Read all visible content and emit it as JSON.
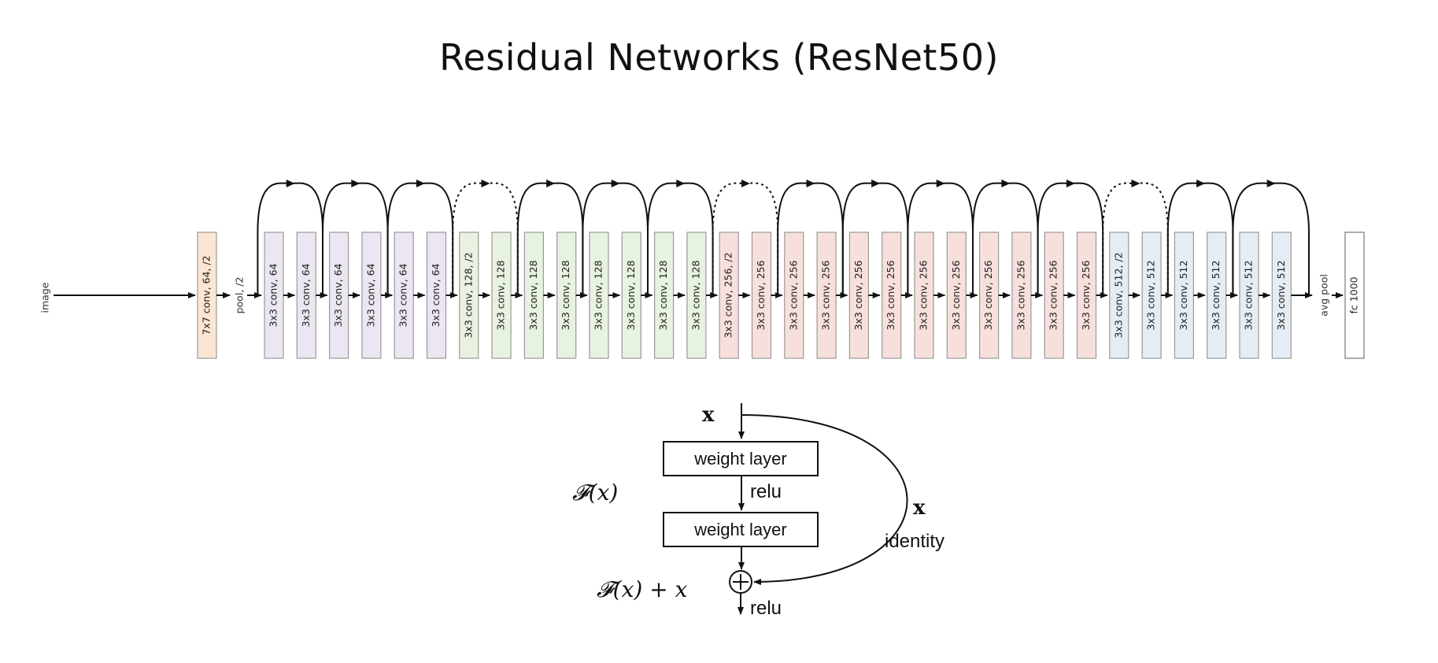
{
  "title": "Residual Networks (ResNet50)",
  "input_label": "image",
  "stem": {
    "label": "7x7 conv, 64, /2",
    "fill": "#fbe6d4"
  },
  "pool_label": "pool, /2",
  "blocks": [
    {
      "label": "3x3 conv, 64",
      "group": 0
    },
    {
      "label": "3x3 conv, 64",
      "group": 0
    },
    {
      "label": "3x3 conv, 64",
      "group": 0
    },
    {
      "label": "3x3 conv, 64",
      "group": 0
    },
    {
      "label": "3x3 conv, 64",
      "group": 0
    },
    {
      "label": "3x3 conv, 64",
      "group": 0
    },
    {
      "label": "3x3 conv, 128, /2",
      "group": 1
    },
    {
      "label": "3x3 conv, 128",
      "group": 1
    },
    {
      "label": "3x3 conv, 128",
      "group": 1
    },
    {
      "label": "3x3 conv, 128",
      "group": 1
    },
    {
      "label": "3x3 conv, 128",
      "group": 1
    },
    {
      "label": "3x3 conv, 128",
      "group": 1
    },
    {
      "label": "3x3 conv, 128",
      "group": 1
    },
    {
      "label": "3x3 conv, 128",
      "group": 1
    },
    {
      "label": "3x3 conv, 256, /2",
      "group": 2
    },
    {
      "label": "3x3 conv, 256",
      "group": 2
    },
    {
      "label": "3x3 conv, 256",
      "group": 2
    },
    {
      "label": "3x3 conv, 256",
      "group": 2
    },
    {
      "label": "3x3 conv, 256",
      "group": 2
    },
    {
      "label": "3x3 conv, 256",
      "group": 2
    },
    {
      "label": "3x3 conv, 256",
      "group": 2
    },
    {
      "label": "3x3 conv, 256",
      "group": 2
    },
    {
      "label": "3x3 conv, 256",
      "group": 2
    },
    {
      "label": "3x3 conv, 256",
      "group": 2
    },
    {
      "label": "3x3 conv, 256",
      "group": 2
    },
    {
      "label": "3x3 conv, 256",
      "group": 2
    },
    {
      "label": "3x3 conv, 512, /2",
      "group": 3
    },
    {
      "label": "3x3 conv, 512",
      "group": 3
    },
    {
      "label": "3x3 conv, 512",
      "group": 3
    },
    {
      "label": "3x3 conv, 512",
      "group": 3
    },
    {
      "label": "3x3 conv, 512",
      "group": 3
    },
    {
      "label": "3x3 conv, 512",
      "group": 3
    }
  ],
  "group_fills": [
    "#ebe6f2",
    "#e7f2e0",
    "#f7e0dc",
    "#e4ecf4"
  ],
  "skip_connections": [
    {
      "from": 0,
      "to": 2,
      "style": "solid"
    },
    {
      "from": 2,
      "to": 4,
      "style": "solid"
    },
    {
      "from": 4,
      "to": 6,
      "style": "solid"
    },
    {
      "from": 6,
      "to": 8,
      "style": "dashed"
    },
    {
      "from": 8,
      "to": 10,
      "style": "solid"
    },
    {
      "from": 10,
      "to": 12,
      "style": "solid"
    },
    {
      "from": 12,
      "to": 14,
      "style": "solid"
    },
    {
      "from": 14,
      "to": 16,
      "style": "dashed"
    },
    {
      "from": 16,
      "to": 18,
      "style": "solid"
    },
    {
      "from": 18,
      "to": 20,
      "style": "solid"
    },
    {
      "from": 20,
      "to": 22,
      "style": "solid"
    },
    {
      "from": 22,
      "to": 24,
      "style": "solid"
    },
    {
      "from": 24,
      "to": 26,
      "style": "solid"
    },
    {
      "from": 26,
      "to": 28,
      "style": "dashed"
    },
    {
      "from": 28,
      "to": 30,
      "style": "solid"
    },
    {
      "from": 30,
      "to": 32,
      "style": "solid"
    }
  ],
  "avg_pool_label": "avg pool",
  "fc_label": "fc 1000",
  "residual_block": {
    "input": "x",
    "layer1": "weight layer",
    "layer2": "weight layer",
    "relu1": "relu",
    "relu2": "relu",
    "fx": "𝓕(x)",
    "fx_sum": "𝓕(x) + x",
    "identity_x": "x",
    "identity": "identity"
  }
}
